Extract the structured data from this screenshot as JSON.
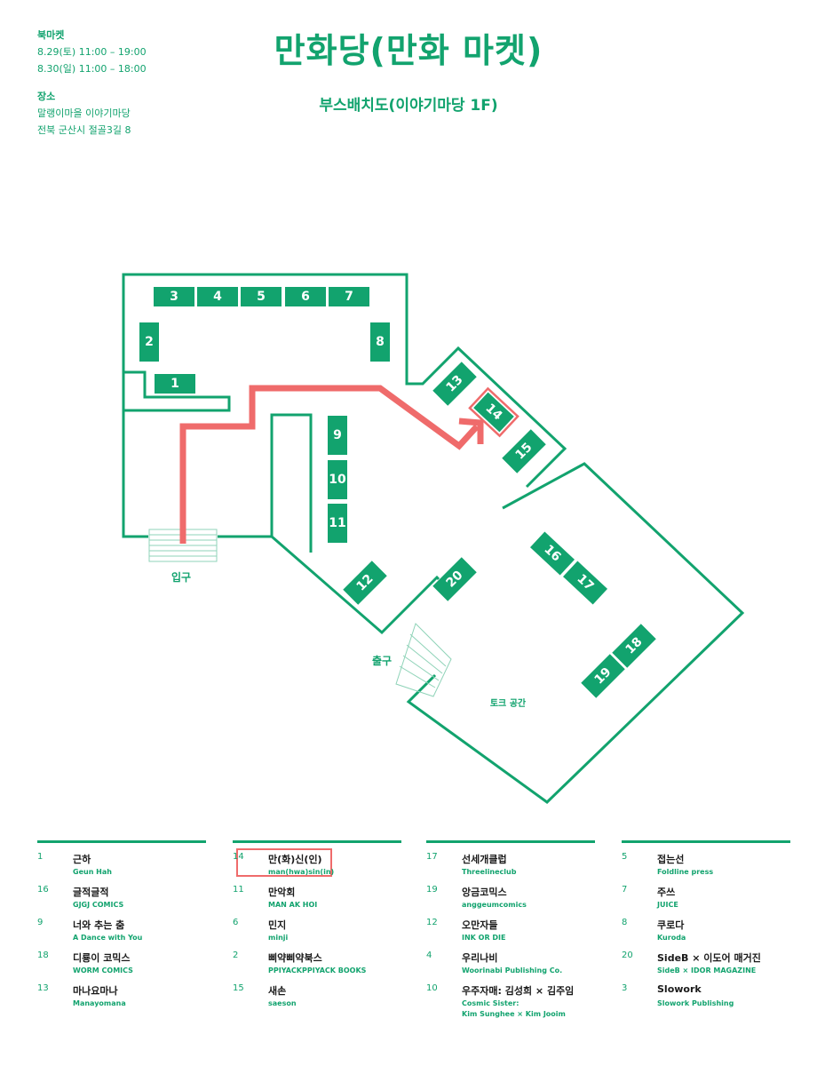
{
  "info": {
    "market_label": "북마켓",
    "date1": "8.29(토) 11:00 – 19:00",
    "date2": "8.30(일) 11:00 – 18:00",
    "place_label": "장소",
    "place1": "말랭이마을 이야기마당",
    "place2": "전북 군산시 절골3길 8"
  },
  "title": "만화당(만화 마켓)",
  "subtitle": "부스배치도(이야기마당 1F)",
  "map": {
    "entrance": "입구",
    "exit": "출구",
    "talk_space": "토크 공간",
    "booths": [
      "1",
      "2",
      "3",
      "4",
      "5",
      "6",
      "7",
      "8",
      "9",
      "10",
      "11",
      "12",
      "13",
      "14",
      "15",
      "16",
      "17",
      "18",
      "19",
      "20"
    ],
    "highlight_color": "#ef6b6b",
    "accent_color": "#12a36e"
  },
  "directory": {
    "columns": [
      [
        {
          "num": "1",
          "ko": "근하",
          "en": "Geun Hah"
        },
        {
          "num": "16",
          "ko": "글적글적",
          "en": "GJGJ COMICS"
        },
        {
          "num": "9",
          "ko": "너와 추는 춤",
          "en": " A Dance with You"
        },
        {
          "num": "18",
          "ko": "디룡이 코믹스",
          "en": "WORM COMICS"
        },
        {
          "num": "13",
          "ko": "마나요마나",
          "en": "Manayomana"
        }
      ],
      [
        {
          "num": "14",
          "ko": "만(화)신(인)",
          "en": "man(hwa)sin(in)"
        },
        {
          "num": "11",
          "ko": "만악회",
          "en": "MAN AK HOI"
        },
        {
          "num": "6",
          "ko": "민지",
          "en": "minji"
        },
        {
          "num": "2",
          "ko": "삐약삐약북스",
          "en": "PPIYACKPPIYACK BOOKS"
        },
        {
          "num": "15",
          "ko": "새손",
          "en": "saeson"
        }
      ],
      [
        {
          "num": "17",
          "ko": "선세개클럽",
          "en": "Threelineclub"
        },
        {
          "num": "19",
          "ko": "앙금코믹스",
          "en": "anggeumcomics"
        },
        {
          "num": "12",
          "ko": "오만자들",
          "en": "INK OR DIE"
        },
        {
          "num": "4",
          "ko": "우리나비",
          "en": "Woorinabi Publishing Co."
        },
        {
          "num": "10",
          "ko": "우주자매: 김성희 × 김주임",
          "en": "Cosmic Sister:\nKim Sunghee × Kim Jooim"
        }
      ],
      [
        {
          "num": "5",
          "ko": "접는선",
          "en": "Foldline press"
        },
        {
          "num": "7",
          "ko": "주쓰",
          "en": "JUICE"
        },
        {
          "num": "8",
          "ko": "쿠로다",
          "en": "Kuroda"
        },
        {
          "num": "20",
          "ko": "SideB × 이도어 매거진",
          "en": "SideB × IDOR MAGAZINE"
        },
        {
          "num": "3",
          "ko": "Slowork",
          "en": "Slowork Publishing"
        }
      ]
    ]
  }
}
